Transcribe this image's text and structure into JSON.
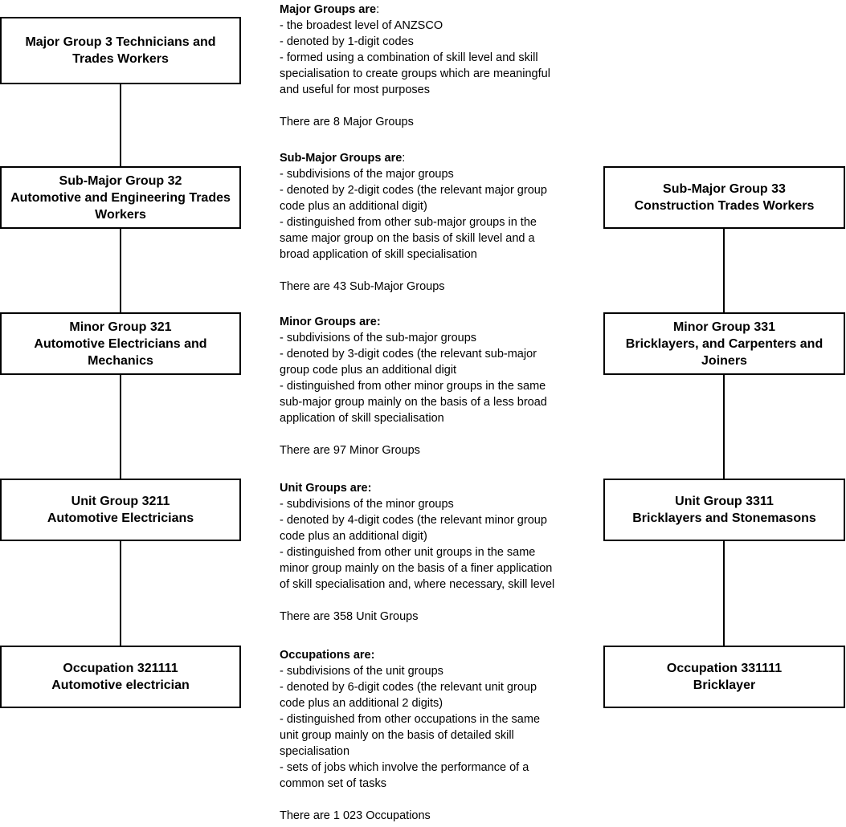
{
  "left_column": {
    "major": {
      "line1": "Major Group 3 Technicians and",
      "line2": "Trades Workers"
    },
    "sub_major": {
      "line1": "Sub-Major Group 32",
      "line2": "Automotive and Engineering Trades",
      "line3": "Workers"
    },
    "minor": {
      "line1": "Minor Group 321",
      "line2": "Automotive Electricians and",
      "line3": "Mechanics"
    },
    "unit": {
      "line1": "Unit Group 3211",
      "line2": "Automotive Electricians"
    },
    "occupation": {
      "line1": "Occupation 321111",
      "line2": "Automotive electrician"
    }
  },
  "right_column": {
    "sub_major": {
      "line1": "Sub-Major Group 33",
      "line2": "Construction Trades Workers"
    },
    "minor": {
      "line1": "Minor Group 331",
      "line2": "Bricklayers, and Carpenters and",
      "line3": "Joiners"
    },
    "unit": {
      "line1": "Unit Group 3311",
      "line2": "Bricklayers and Stonemasons"
    },
    "occupation": {
      "line1": "Occupation 331111",
      "line2": "Bricklayer"
    }
  },
  "descriptions": {
    "major": {
      "heading": "Major Groups are",
      "colon": ":",
      "lines": [
        " -  the broadest level of ANZSCO",
        " -  denoted by 1-digit codes",
        " -  formed using a combination of skill level and skill",
        "specialisation to create groups which are meaningful",
        "and useful for most purposes"
      ],
      "count": "There are 8 Major Groups"
    },
    "sub_major": {
      "heading": "Sub-Major Groups are",
      "colon": ":",
      "lines": [
        " - subdivisions of the major groups",
        " - denoted by 2-digit codes (the relevant major group",
        "code plus an additional digit)",
        " - distinguished from other sub-major groups in the",
        "same major group on the basis of skill level and a",
        "broad application of skill specialisation"
      ],
      "count": "There are 43 Sub-Major Groups"
    },
    "minor": {
      "heading": "Minor Groups are",
      "colon": ":",
      "lines": [
        " - subdivisions of the sub-major groups",
        " - denoted by 3-digit codes (the relevant sub-major",
        "group code plus an additional digit",
        " - distinguished from other minor groups in the same",
        "sub-major group mainly on the basis of a less broad",
        "application of skill specialisation"
      ],
      "count": "There are 97 Minor Groups"
    },
    "unit": {
      "heading": "Unit Groups are",
      "colon": ":",
      "lines": [
        " - subdivisions of the minor groups",
        " - denoted by 4-digit codes (the relevant minor group",
        "code plus an additional digit)",
        " - distinguished from other unit groups in the same",
        "minor group mainly on the basis of a finer application",
        "of skill specialisation and, where necessary, skill level"
      ],
      "count": "There are 358 Unit Groups"
    },
    "occupation": {
      "heading": "Occupations are",
      "colon": ":",
      "lines": [
        " - subdivisions of the unit groups",
        " - denoted by 6-digit codes (the relevant unit group",
        "code plus an additional 2 digits)",
        " - distinguished from other occupations in the same",
        "unit group mainly on the basis of detailed skill",
        "specialisation",
        " - sets of jobs which involve the performance of a",
        "common set of tasks"
      ],
      "count": "There are 1 023  Occupations"
    }
  }
}
